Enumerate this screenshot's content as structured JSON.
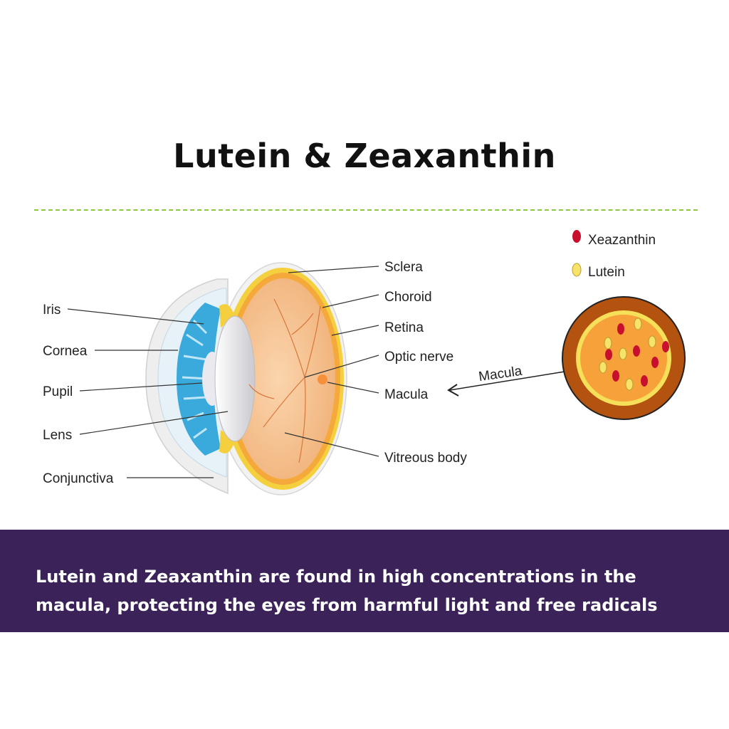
{
  "title": "Lutein & Zeaxanthin",
  "colors": {
    "divider": "#8dc63f",
    "banner": "#3b2359",
    "zeaxanthin": "#c8102e",
    "lutein": "#f7e36b",
    "macula_ring": "#b4520f",
    "macula_core": "#f6a13a"
  },
  "eye_labels": {
    "iris": "Iris",
    "cornea": "Cornea",
    "pupil": "Pupil",
    "lens": "Lens",
    "conjunctiva": "Conjunctiva",
    "sclera": "Sclera",
    "choroid": "Choroid",
    "retina": "Retina",
    "optic_nerve": "Optic nerve",
    "macula": "Macula",
    "vitreous_body": "Vitreous body"
  },
  "legend": {
    "zeaxanthin": "Xeazanthin",
    "lutein": "Lutein"
  },
  "macula_callout": "Macula",
  "caption": "Lutein and Zeaxanthin are found in high concentrations in the macula, protecting the eyes from harmful light and free radicals"
}
